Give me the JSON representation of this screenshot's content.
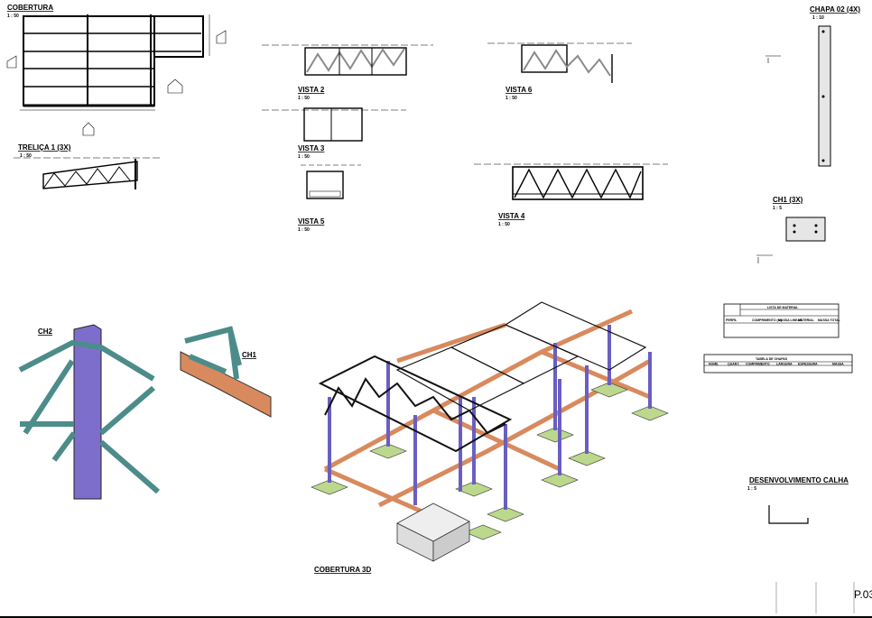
{
  "views": {
    "cobertura": {
      "title": "COBERTURA",
      "scale": "1 : 50"
    },
    "trelica1": {
      "title": "TRELIÇA 1 (3X)",
      "scale": "1 : 50"
    },
    "vista2": {
      "title": "VISTA 2",
      "scale": "1 : 50"
    },
    "vista3": {
      "title": "VISTA 3",
      "scale": "1 : 50"
    },
    "vista5": {
      "title": "VISTA 5",
      "scale": "1 : 50"
    },
    "vista6": {
      "title": "VISTA 6",
      "scale": "1 : 50"
    },
    "vista4": {
      "title": "VISTA 4",
      "scale": "1 : 50"
    },
    "chapa02": {
      "title": "CHAPA 02 (4X)",
      "scale": "1 : 10"
    },
    "ch1_detail": {
      "title": "CH1 (3X)",
      "scale": "1 : 5"
    },
    "ch2_3d": {
      "title": "CH2"
    },
    "ch1_3d": {
      "title": "CH1"
    },
    "cobertura3d": {
      "title": "COBERTURA 3D"
    },
    "calha": {
      "title": "DESENVOLVIMENTO CALHA",
      "scale": "1 : 5"
    }
  },
  "tables": {
    "lista_material": {
      "title": "LISTA DE MATERIAL",
      "headers": [
        "PERFIL",
        "COMPRIMENTO (m)",
        "MASSA LINEAR",
        "MATERIAL",
        "MASSA TOTAL"
      ]
    },
    "tabela_chapas": {
      "title": "TABELA DE CHAPAS",
      "headers": [
        "NOME",
        "QUANT.",
        "COMPRIMENTO",
        "LARGURA",
        "ESPESSURA",
        "MASSA"
      ]
    }
  },
  "title_block": {
    "sheet": "P.03"
  },
  "colors": {
    "column": "#6a5fc0",
    "beam": "#d88a5e",
    "footing": "#bcd88c",
    "truss": "#4c8c8a"
  }
}
